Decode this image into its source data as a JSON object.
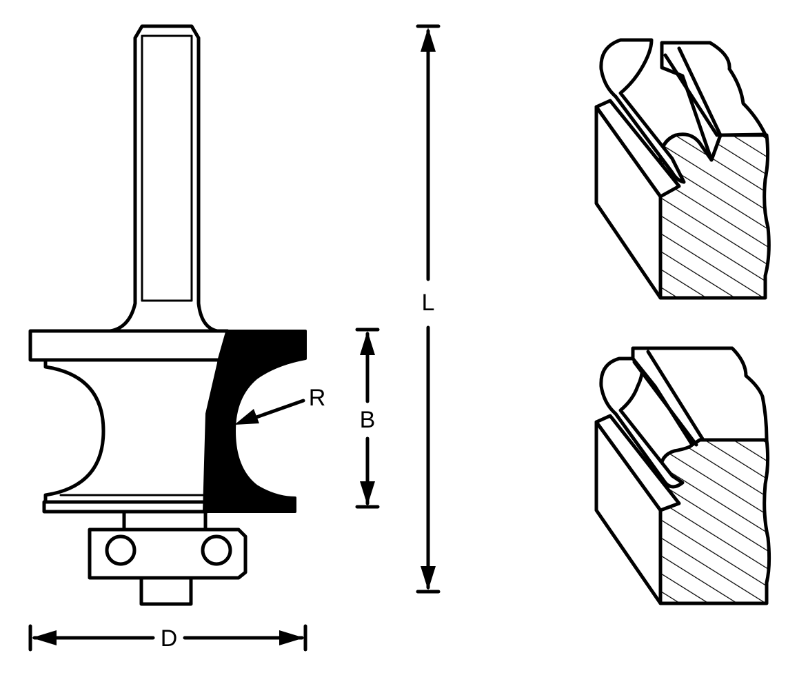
{
  "labels": {
    "L": "L",
    "B": "B",
    "R": "R",
    "D": "D"
  },
  "colors": {
    "ink": "#000000",
    "paper": "#ffffff"
  }
}
